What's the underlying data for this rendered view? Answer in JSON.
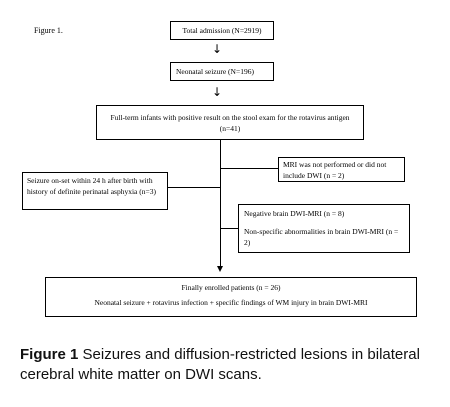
{
  "figure_label": "Figure 1.",
  "boxes": {
    "total_admission": "Total admission (N=2919)",
    "neonatal_seizure": "Neonatal seizure (N=196)",
    "fullterm": "Full-term infants with positive result on the stool exam for the rotavirus antigen (n=41)",
    "mri_not_performed": "MRI was not performed or did not include DWI (n = 2)",
    "seizure_onset": "Seizure on-set within 24 h after birth with history of definite perinatal asphyxia (n=3)",
    "negative_dwi": "Negative brain DWI-MRI (n = 8)",
    "nonspecific": "Non-specific abnormalities in brain DWI-MRI (n = 2)",
    "finally_enrolled": "Finally enrolled patients (n = 26)",
    "final_detail": "Neonatal seizure + rotavirus infection + specific findings of WM injury in brain DWI-MRI"
  },
  "caption": {
    "label": "Figure 1",
    "text": " Seizures and diffusion-restricted lesions in bilateral cerebral white matter on DWI scans."
  }
}
